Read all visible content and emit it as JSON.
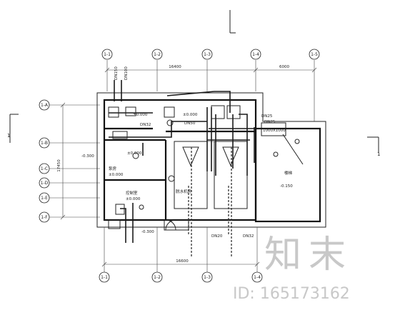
{
  "dims": {
    "top_total": "16400",
    "top_right": "6000",
    "bottom_total": "16600",
    "left_total": "17450"
  },
  "axes_top": [
    "1-1",
    "1-2",
    "1-3",
    "1-4",
    "1-5"
  ],
  "axes_bottom": [
    "1-1",
    "1-2",
    "1-3",
    "1-4"
  ],
  "axes_left": [
    "1-A",
    "1-B",
    "1-C",
    "1-D",
    "1-E",
    "1-F"
  ],
  "section_marks": {
    "left": "1",
    "right": "1"
  },
  "rooms": {
    "pump": "泵房",
    "pump_level": "±0.000",
    "control": "控制室",
    "control_level": "±0.000",
    "dewater": "脱水机房",
    "stair": "楼梯",
    "level_a": "±0.000",
    "level_b": "±0.000",
    "level_c": "±0.000",
    "level_d": "-0.300",
    "level_e": "-0.300",
    "level_f": "-0.150"
  },
  "pipes": {
    "dn150": "DN150",
    "dn100": "DN100",
    "dn50": "DN50",
    "dn32": "DN32",
    "dn25": "DN25",
    "dn20": "DN20",
    "dn32_b": "DN32",
    "dn25_b": "DN25"
  },
  "opening": "1000X1000",
  "watermark": {
    "logo": "知末",
    "id": "ID: 165173162"
  }
}
